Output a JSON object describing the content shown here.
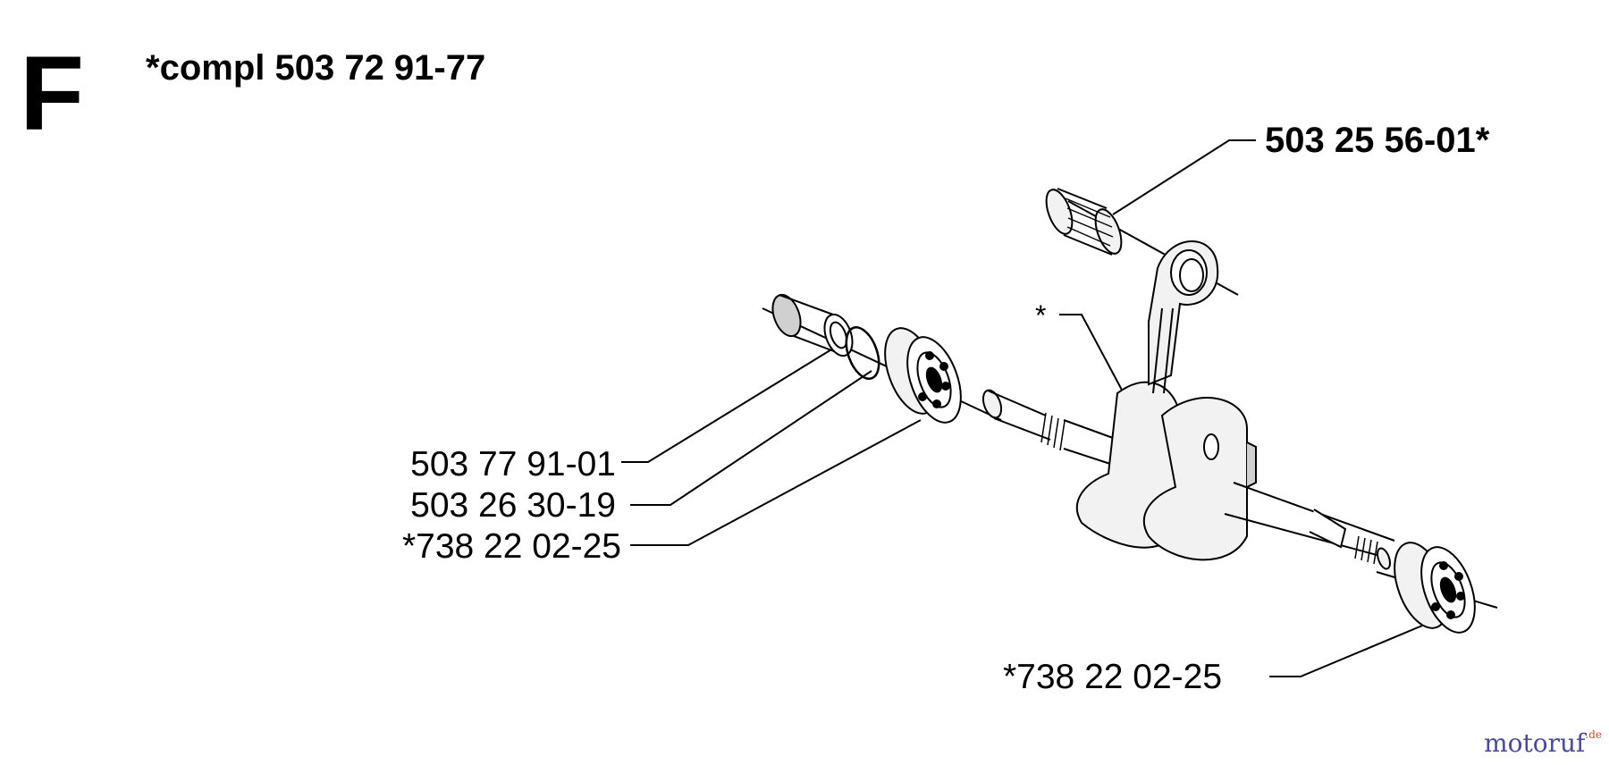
{
  "diagram": {
    "section_letter": "F",
    "assembly_label": "*compl 503 72 91-77",
    "parts": [
      {
        "id": "needle-bearing",
        "number": "503 25 56-01*",
        "bold": true
      },
      {
        "id": "piston-pin-sleeve",
        "number": "503 77 91-01",
        "bold": false
      },
      {
        "id": "circlip",
        "number": "503 26 30-19",
        "bold": false
      },
      {
        "id": "ball-bearing-left",
        "number": "*738 22 02-25",
        "bold": false
      },
      {
        "id": "ball-bearing-right",
        "number": "*738 22 02-25",
        "bold": false
      }
    ],
    "crankshaft_marker": "*"
  },
  "watermark": {
    "brand": "motoruf",
    "suffix": ".de",
    "colors": {
      "primary": "#4a4a9a",
      "accent": "#c8502a"
    }
  },
  "colors": {
    "line": "#000000",
    "fill": "#f2f2f2",
    "shade": "#d0d0d0"
  }
}
